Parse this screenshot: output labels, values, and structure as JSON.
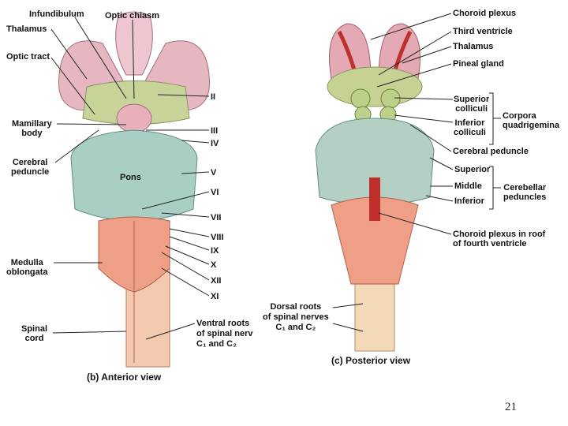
{
  "anterior": {
    "labels": {
      "infundibulum": "Infundibulum",
      "optic_chiasm": "Optic chiasm",
      "thalamus": "Thalamus",
      "optic_tract": "Optic tract",
      "mamillary_body_1": "Mamillary",
      "mamillary_body_2": "body",
      "cerebral_peduncle_1": "Cerebral",
      "cerebral_peduncle_2": "peduncle",
      "pons": "Pons",
      "medulla_1": "Medulla",
      "medulla_2": "oblongata",
      "spinal_cord_1": "Spinal",
      "spinal_cord_2": "cord",
      "ventral_roots_1": "Ventral roots",
      "ventral_roots_2": "of spinal nerv",
      "ventral_roots_3": "C₁ and C₂"
    },
    "nerves": [
      "II",
      "III",
      "IV",
      "V",
      "VI",
      "VII",
      "VIII",
      "IX",
      "X",
      "XII",
      "XI"
    ],
    "caption": "(b)  Anterior view"
  },
  "posterior": {
    "labels": {
      "choroid_plexus": "Choroid plexus",
      "third_ventricle": "Third ventricle",
      "thalamus": "Thalamus",
      "pineal_gland": "Pineal gland",
      "superior_colliculi_1": "Superior",
      "superior_colliculi_2": "colliculi",
      "inferior_colliculi_1": "Inferior",
      "inferior_colliculi_2": "colliculi",
      "corpora_1": "Corpora",
      "corpora_2": "quadrigemina",
      "cerebral_peduncle": "Cerebral peduncle",
      "superior": "Superior",
      "middle": "Middle",
      "inferior": "Inferior",
      "cerebellar_1": "Cerebellar",
      "cerebellar_2": "peduncles",
      "choroid_roof_1": "Choroid plexus in roof",
      "choroid_roof_2": "of fourth ventricle",
      "dorsal_roots_1": "Dorsal roots",
      "dorsal_roots_2": "of spinal nerves",
      "dorsal_roots_3": "C₁ and C₂"
    },
    "caption": "(c)  Posterior view"
  },
  "page_number": "21"
}
